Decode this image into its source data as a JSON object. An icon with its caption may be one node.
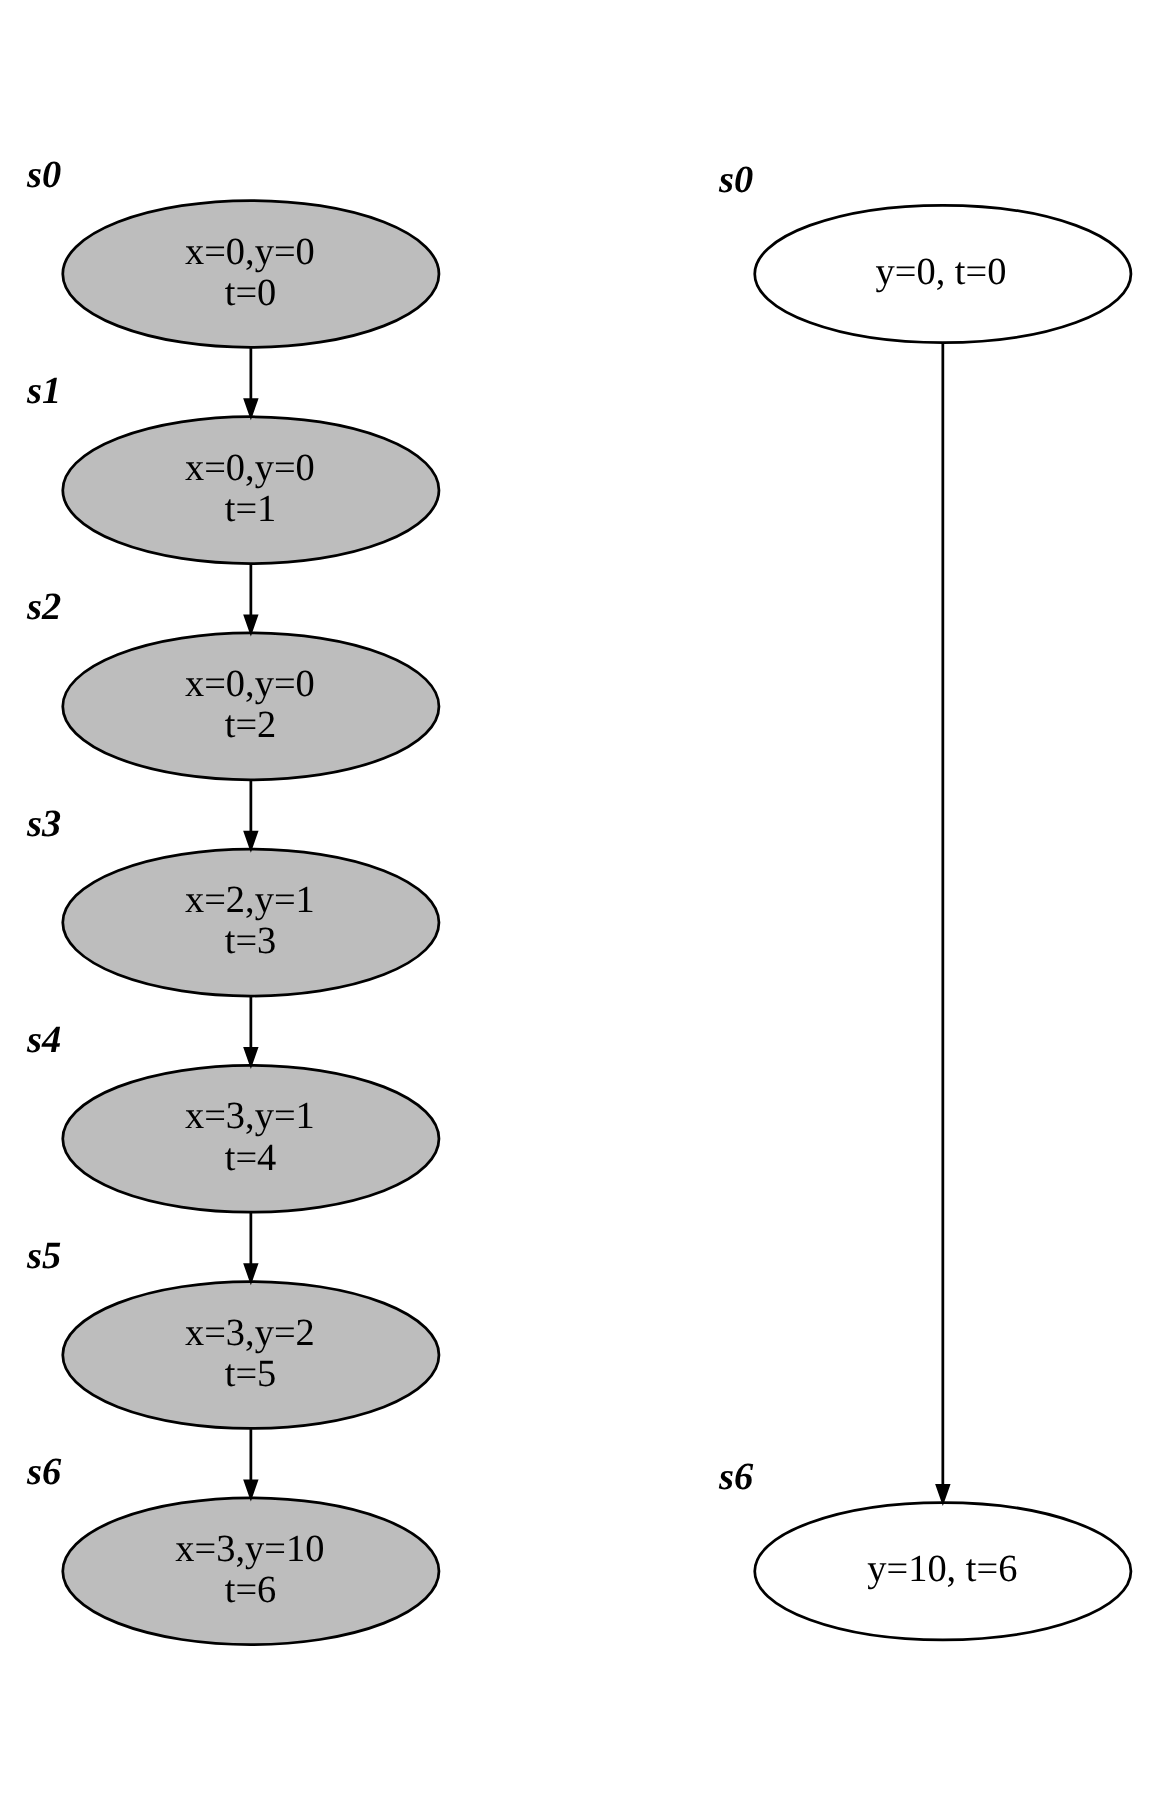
{
  "diagram": {
    "nodes": [
      {
        "text": [
          "x=0,y=0",
          "t=0"
        ],
        "beside": [
          "s0"
        ]
      },
      {
        "text": [
          "x=0,y=0",
          "t=1"
        ],
        "beside": [
          "s1"
        ]
      },
      {
        "text": [
          "x=0,y=0",
          "t=2"
        ],
        "beside": [
          "s2"
        ]
      },
      {
        "text": [
          "x=2,y=1",
          "t=3"
        ],
        "beside": [
          "s3"
        ]
      },
      {
        "text": [
          "x=3,y=1",
          "t=4"
        ],
        "beside": [
          "s4"
        ]
      },
      {
        "text": [
          "x=3,y=2",
          "t=5"
        ],
        "beside": [
          "s5"
        ]
      },
      {
        "text": [
          "x=3,y=10",
          "t=6"
        ],
        "beside": [
          "s6"
        ]
      },
      {
        "text": [
          "y=0, t=0"
        ],
        "beside": [
          "s0"
        ]
      },
      {
        "text": [
          "y=10, t=6"
        ],
        "beside": [
          "s6"
        ]
      }
    ],
    "edges": [
      {
        "from": 0,
        "to": 1,
        "arrow": "to"
      },
      {
        "from": 1,
        "to": 2,
        "arrow": "to"
      },
      {
        "from": 2,
        "to": 3,
        "arrow": "to"
      },
      {
        "from": 3,
        "to": 4,
        "arrow": "to"
      },
      {
        "from": 4,
        "to": 5,
        "arrow": "to"
      },
      {
        "from": 5,
        "to": 6,
        "arrow": "to"
      },
      {
        "from": 7,
        "to": 8,
        "arrow": "to"
      }
    ]
  }
}
